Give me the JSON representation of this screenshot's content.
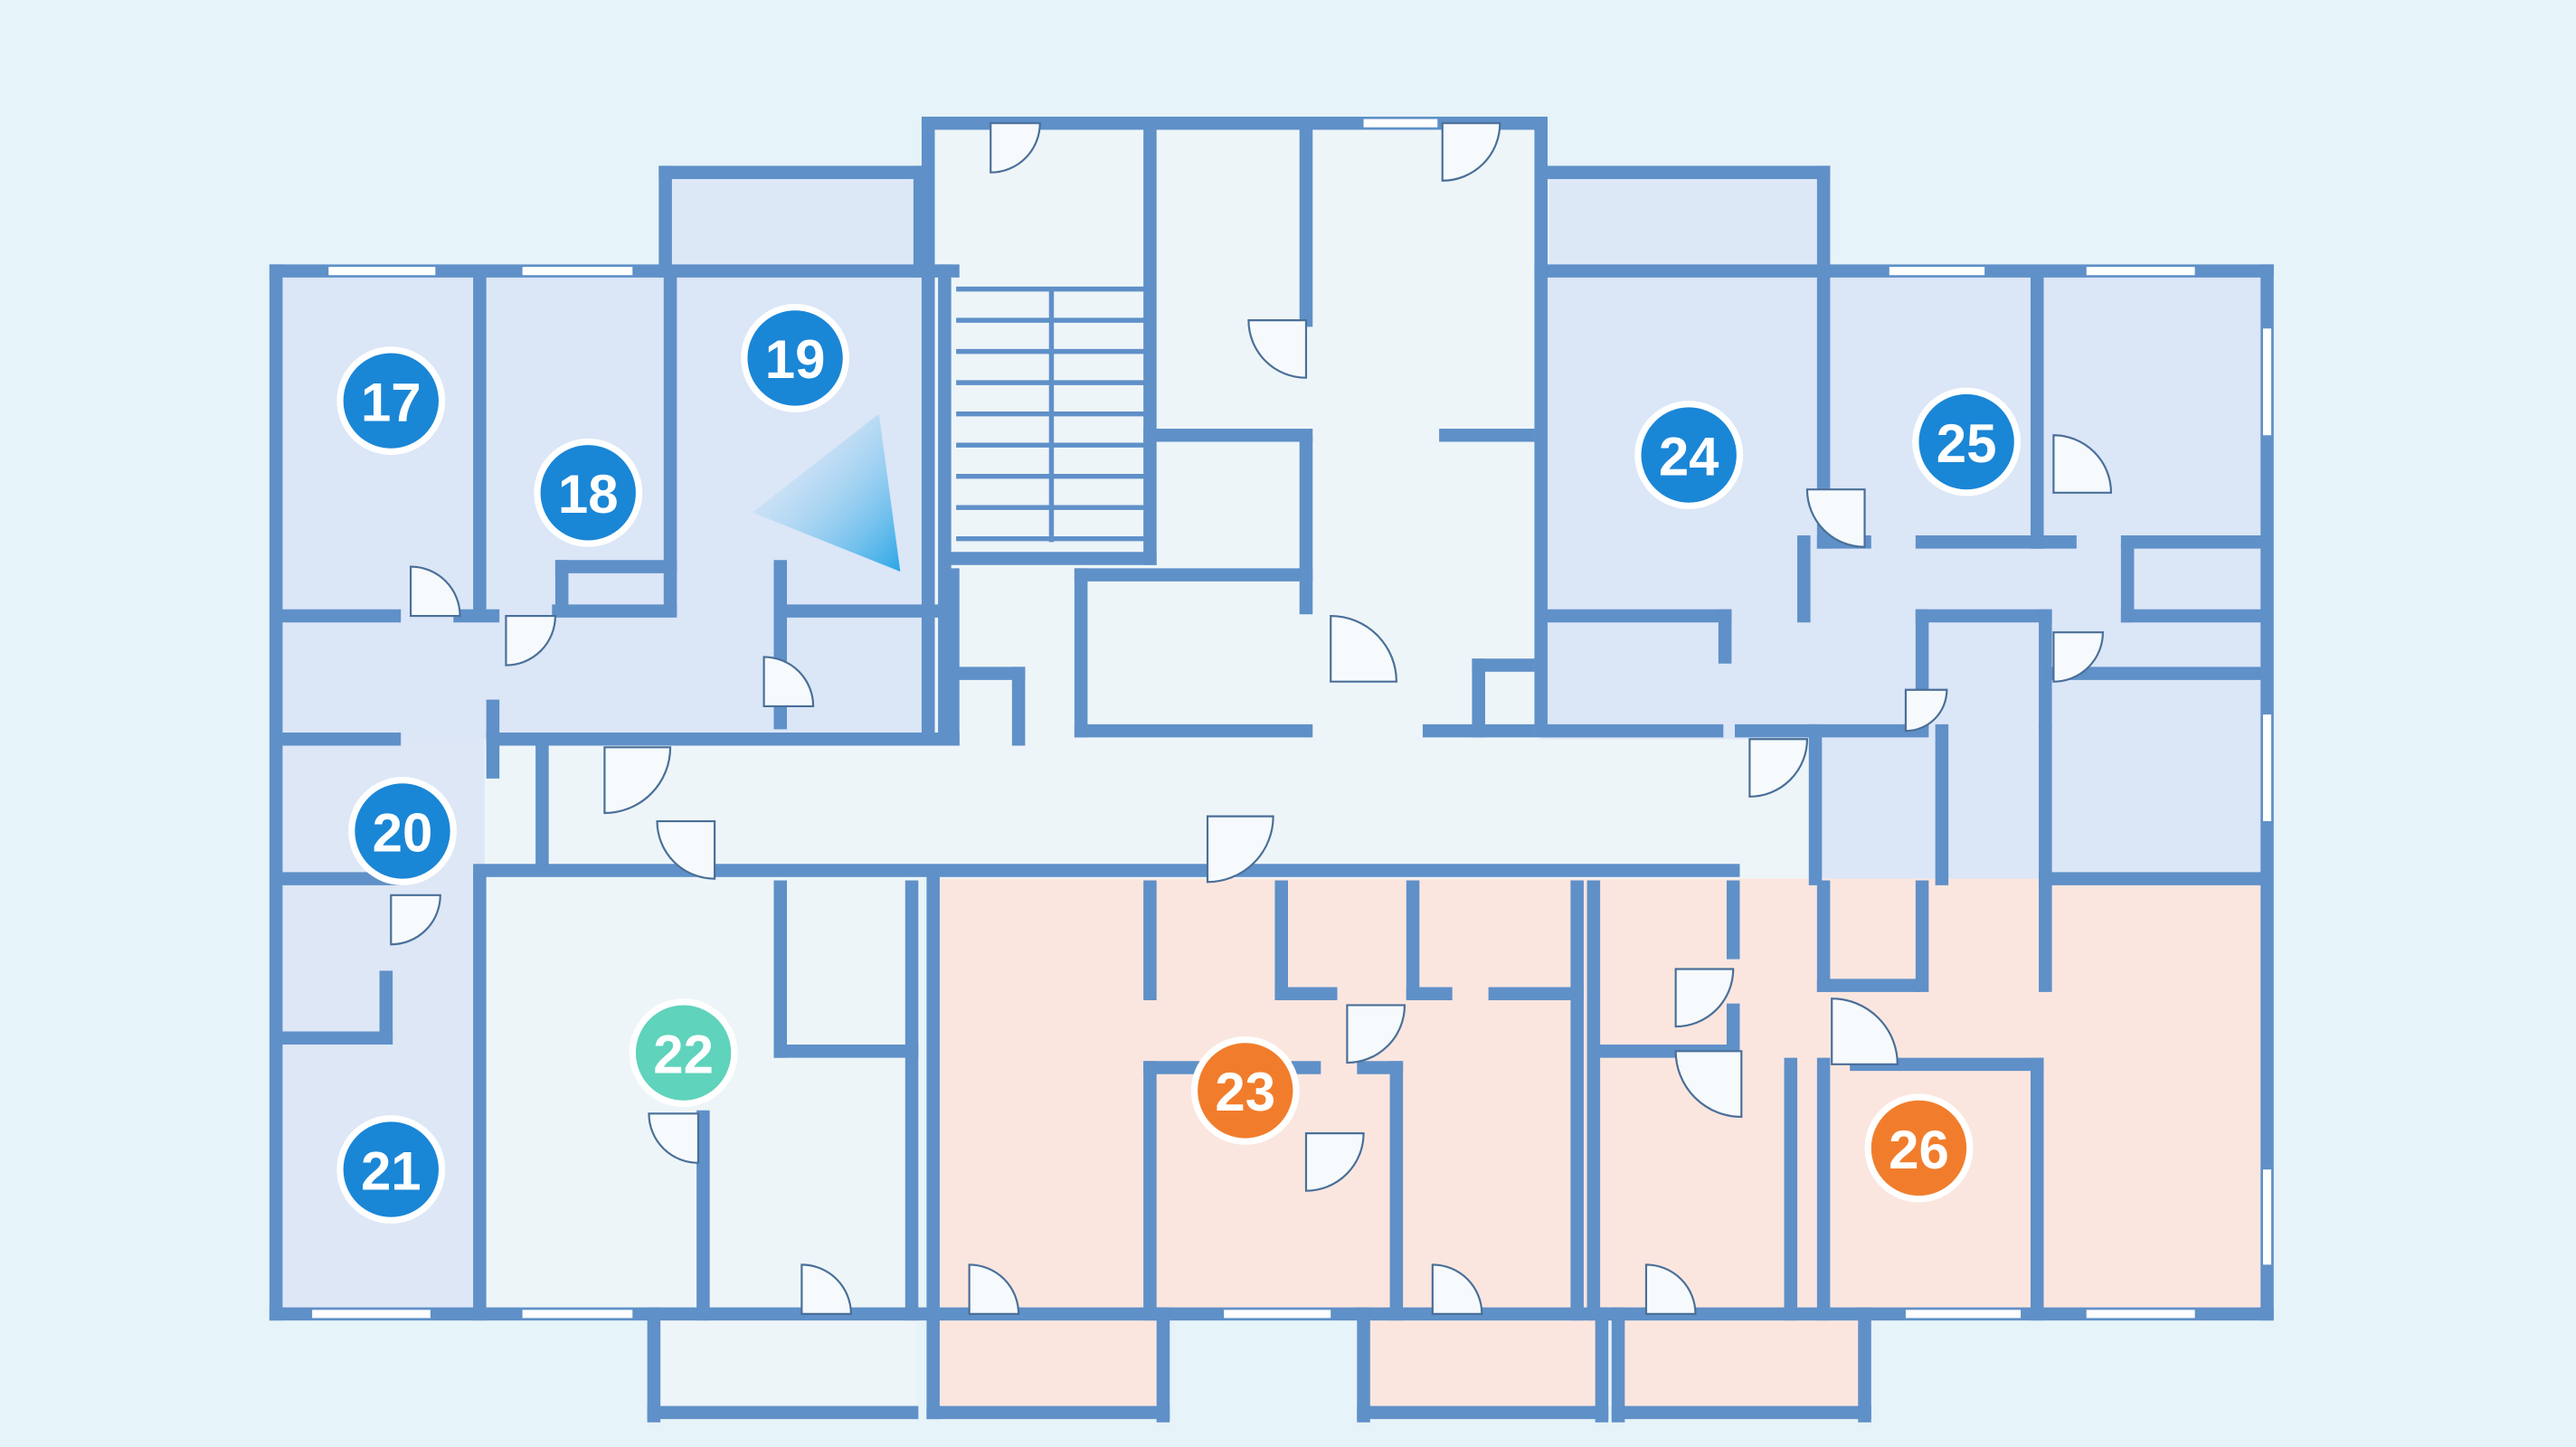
{
  "title": "Floor plan with numbered room markers",
  "colors": {
    "wall": "#5f90c8",
    "background": "#e6f3f8",
    "blue_zone": "#dbe7f8",
    "orange_zone": "#fbe6df",
    "corridor": "#eef5f8",
    "marker_blue": "#1a86d6",
    "marker_teal": "#5fd3bb",
    "marker_orange": "#f17d2c"
  },
  "markers": [
    {
      "label": "17",
      "color": "#1a86d6"
    },
    {
      "label": "18",
      "color": "#1a86d6"
    },
    {
      "label": "19",
      "color": "#1a86d6"
    },
    {
      "label": "20",
      "color": "#1a86d6"
    },
    {
      "label": "21",
      "color": "#1a86d6"
    },
    {
      "label": "22",
      "color": "#5fd3bb"
    },
    {
      "label": "23",
      "color": "#f17d2c"
    },
    {
      "label": "24",
      "color": "#1a86d6"
    },
    {
      "label": "25",
      "color": "#1a86d6"
    },
    {
      "label": "26",
      "color": "#f17d2c"
    }
  ]
}
